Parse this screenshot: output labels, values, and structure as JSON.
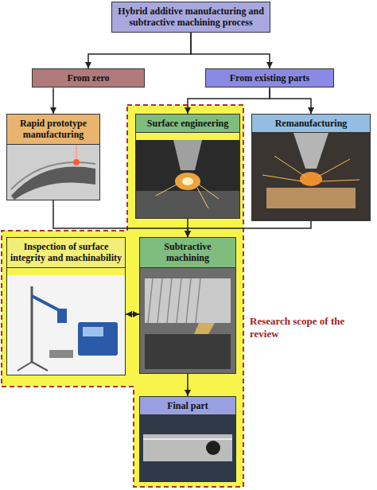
{
  "diagram": {
    "nodes": [
      {
        "text": [
          "Hybrid additive manufacturing and subtractive machining process"
        ]
      },
      {
        "text": [
          "From zero"
        ]
      },
      {
        "text": [
          "From existing parts"
        ]
      },
      {
        "text": [
          "Rapid prototype manufacturing"
        ]
      },
      {
        "text": [
          "Surface engineering"
        ]
      },
      {
        "text": [
          "Remanufacturing"
        ]
      },
      {
        "text": [
          "Inspection of surface integrity and machinability"
        ]
      },
      {
        "text": [
          "Subtractive machining"
        ]
      },
      {
        "text": [
          "Final part"
        ]
      }
    ],
    "edges": [
      {
        "from": 0,
        "to": 1,
        "arrow": "to"
      },
      {
        "from": 0,
        "to": 2,
        "arrow": "to"
      },
      {
        "from": 1,
        "to": 3,
        "arrow": "to"
      },
      {
        "from": 2,
        "to": 4,
        "arrow": "to"
      },
      {
        "from": 2,
        "to": 5,
        "arrow": "to"
      },
      {
        "from": 3,
        "to": 7,
        "arrow": "to"
      },
      {
        "from": 4,
        "to": 7,
        "arrow": "to"
      },
      {
        "from": 5,
        "to": 7,
        "arrow": "to"
      },
      {
        "from": 6,
        "to": 7,
        "arrow": "both"
      },
      {
        "from": 7,
        "to": 8,
        "arrow": "to"
      }
    ],
    "labels": [
      "Research scope of the review"
    ]
  }
}
